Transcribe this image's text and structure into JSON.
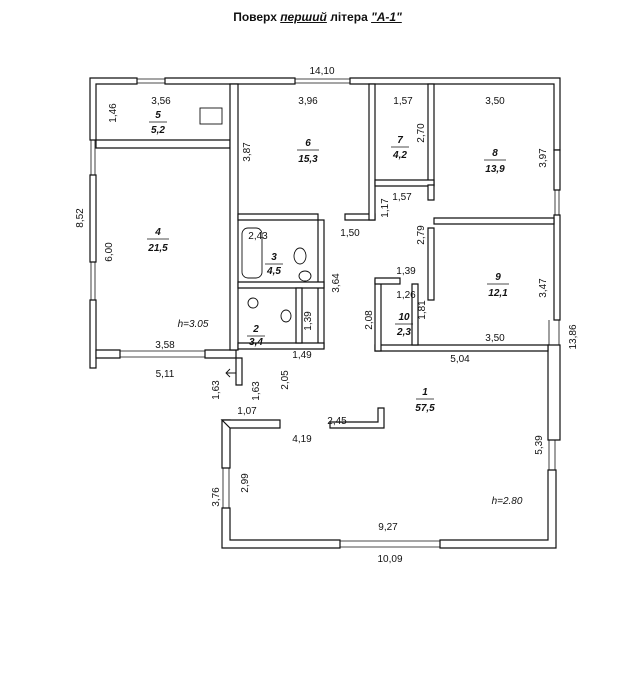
{
  "title": {
    "prefix": "Поверх ",
    "floor": "перший",
    "middle": " літера ",
    "letter": "\"А-1\""
  },
  "rooms": [
    {
      "num": "1",
      "area": "57,5"
    },
    {
      "num": "2",
      "area": "3,4"
    },
    {
      "num": "3",
      "area": "4,5"
    },
    {
      "num": "4",
      "area": "21,5"
    },
    {
      "num": "5",
      "area": "5,2"
    },
    {
      "num": "6",
      "area": "15,3"
    },
    {
      "num": "7",
      "area": "4,2"
    },
    {
      "num": "8",
      "area": "13,9"
    },
    {
      "num": "9",
      "area": "12,1"
    },
    {
      "num": "10",
      "area": "2,3"
    }
  ],
  "heights": {
    "left": "h=3.05",
    "main": "h=2.80"
  },
  "dims": {
    "top_total": "14,10",
    "r5_w": "3,56",
    "r5_h": "1,46",
    "r6_w": "3,96",
    "r6_h": "3,87",
    "r7_w": "1,57",
    "r7_h": "2,70",
    "r8_w": "3,50",
    "r8_h": "3,97",
    "left_total": "8,52",
    "r4_h": "6,00",
    "r4_w": "3,58",
    "r4_w2": "5,11",
    "r3_w": "2,43",
    "d150": "1,50",
    "d117": "1,17",
    "d157b": "1,57",
    "d279": "2,79",
    "d139a": "1,39",
    "d364": "3,64",
    "d126": "1,26",
    "d208": "2,08",
    "d181": "1,81",
    "r9_h": "3,47",
    "r9_w": "3,50",
    "right_total": "13,86",
    "d139b": "1,39",
    "d149": "1,49",
    "d504": "5,04",
    "d163a": "1,63",
    "d163b": "1,63",
    "d205": "2,05",
    "d107": "1,07",
    "d245": "2,45",
    "d419": "4,19",
    "d539": "5,39",
    "d376": "3,76",
    "d299": "2,99",
    "bottom_inner": "9,27",
    "bottom_total": "10,09"
  }
}
